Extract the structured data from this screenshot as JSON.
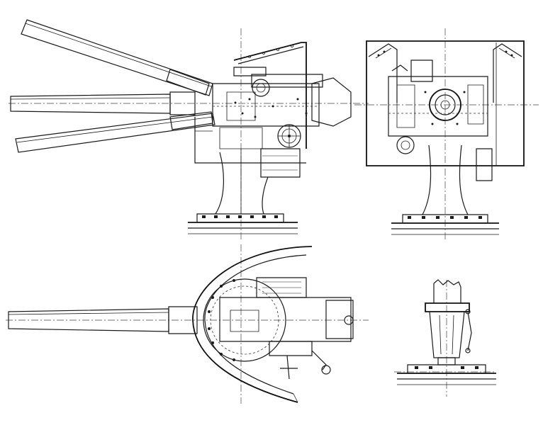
{
  "drawing": {
    "views": [
      "side-elevation",
      "front-elevation",
      "plan-view",
      "pedestal-detail"
    ],
    "line_color": "#1a1a1a",
    "background": "#ffffff"
  }
}
